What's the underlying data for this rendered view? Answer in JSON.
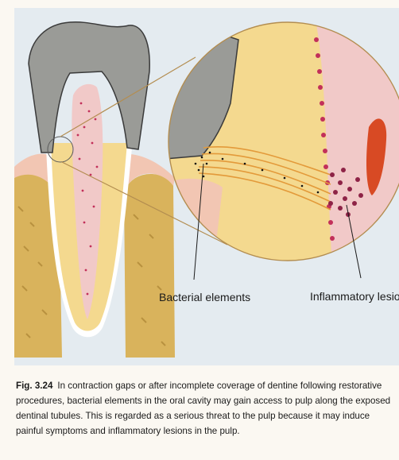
{
  "labels": {
    "bacterial_elements": "Bacterial elements",
    "inflammatory_lesion": "Inflammatory lesion"
  },
  "caption": {
    "figure_number": "Fig. 3.24",
    "text": "In contraction gaps or after incomplete coverage of dentine following restorative procedures, bacterial elements in the oral cavity may gain access to pulp along the exposed dentinal tubules. This is regarded as a serious threat to the pulp because it may induce painful symptoms and inflammatory lesions in the pulp."
  },
  "colors": {
    "background": "#e4ebf0",
    "enamel_crown": "#9a9b97",
    "dentine": "#f4d98f",
    "dentine_tubules": "#e39a3a",
    "pulp": "#f1c9c8",
    "pulp_cells": "#c2305a",
    "gingiva": "#f2c6b3",
    "bone": "#d9b35c",
    "blood_vessel": "#d84a24",
    "inflammatory_cells": "#8e2346"
  }
}
